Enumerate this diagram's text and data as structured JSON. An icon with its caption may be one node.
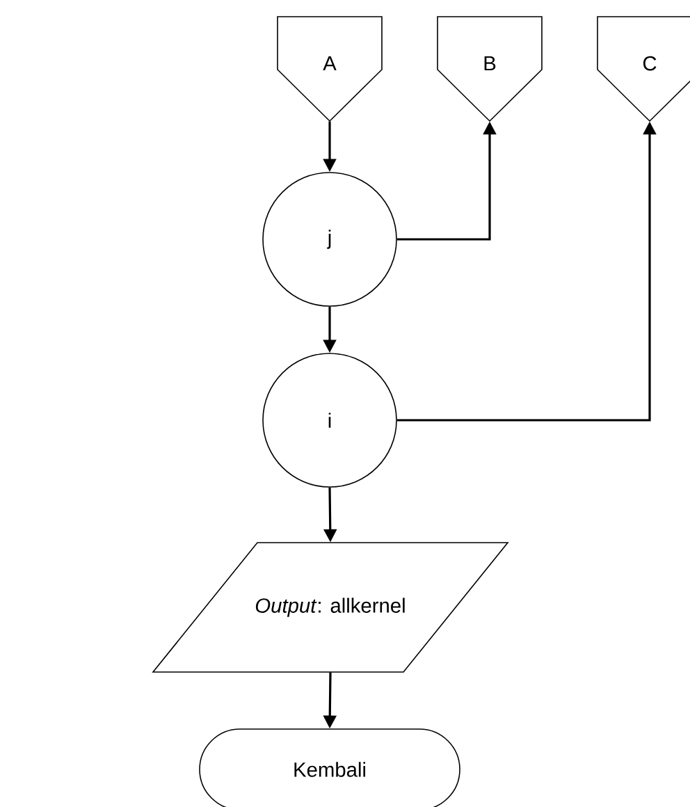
{
  "diagram": {
    "nodes": [
      {
        "text": [
          "A"
        ]
      },
      {
        "text": [
          "B"
        ]
      },
      {
        "text": [
          "C"
        ]
      },
      {
        "text": [
          "j"
        ]
      },
      {
        "text": [
          "i"
        ]
      },
      {
        "text": [
          "*Output*: allkernel"
        ]
      },
      {
        "text": [
          "Kembali"
        ]
      }
    ],
    "edges": [
      {
        "from": 0,
        "to": 3,
        "arrow": "to"
      },
      {
        "from": 3,
        "to": 1,
        "arrow": "to"
      },
      {
        "from": 3,
        "to": 4,
        "arrow": "to"
      },
      {
        "from": 4,
        "to": 2,
        "arrow": "to"
      },
      {
        "from": 4,
        "to": 5,
        "arrow": "to"
      },
      {
        "from": 5,
        "to": 6,
        "arrow": "to"
      }
    ]
  }
}
